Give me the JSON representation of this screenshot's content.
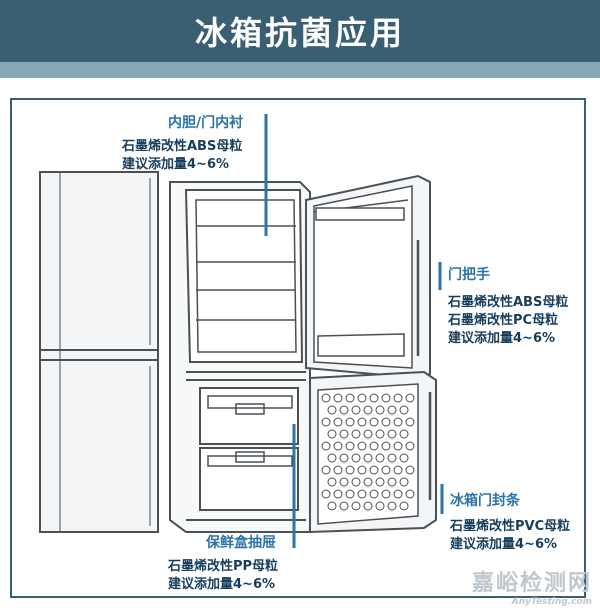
{
  "header": {
    "title": "冰箱抗菌应用"
  },
  "callouts": {
    "liner": {
      "title": "内胆/门内衬",
      "material": "石墨烯改性ABS母粒",
      "dosage": "建议添加量4~6%"
    },
    "handle": {
      "title": "门把手",
      "material_1": "石墨烯改性ABS母粒",
      "material_2": "石墨烯改性PC母粒",
      "dosage": "建议添加量4~6%"
    },
    "seal": {
      "title": "冰箱门封条",
      "material": "石墨烯改性PVC母粒",
      "dosage": "建议添加量4~6%"
    },
    "drawer": {
      "title": "保鲜盒抽屉",
      "material": "石墨烯改性PP母粒",
      "dosage": "建议添加量4~6%"
    }
  },
  "watermark": {
    "cn": "嘉峪检测网",
    "en": "AnyTesting.com"
  },
  "colors": {
    "title_bar": "#3b5f72",
    "header_band": "#86a8b5",
    "accent_blue": "#2b73a8",
    "text_dark": "#163d5c",
    "line_gray": "#4a5056"
  }
}
